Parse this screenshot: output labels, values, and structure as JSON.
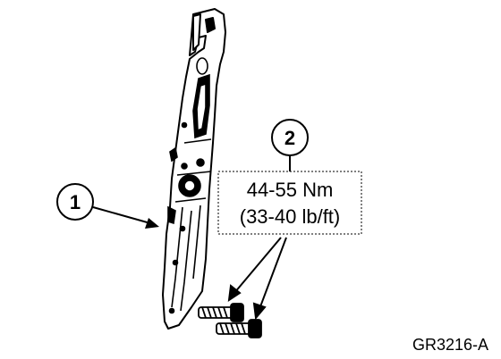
{
  "callouts": [
    {
      "number": "1"
    },
    {
      "number": "2"
    }
  ],
  "torque_spec": {
    "metric": "44-55 Nm",
    "imperial": "(33-40 lb/ft)"
  },
  "figure_id": "GR3216-A"
}
